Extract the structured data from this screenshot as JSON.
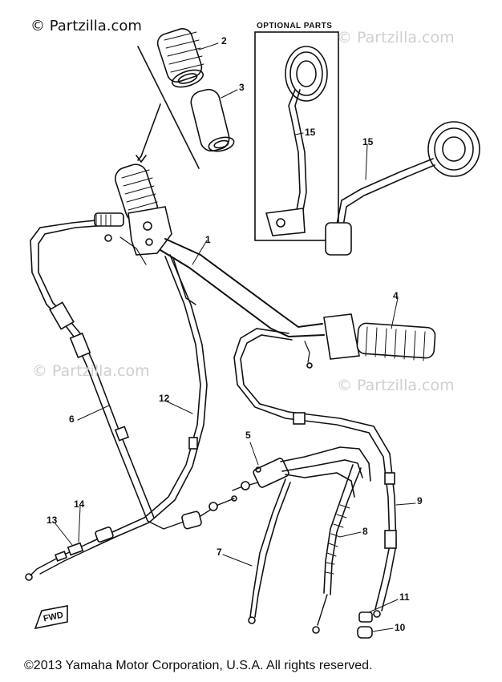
{
  "watermarks": {
    "top_left": "© Partzilla.com",
    "top_right": "© Partzilla.com",
    "mid_left": "© Partzilla.com",
    "mid_right": "© Partzilla.com"
  },
  "optional_parts_label": "OPTIONAL PARTS",
  "fwd_label": "FWD",
  "callouts": {
    "c1": "1",
    "c2": "2",
    "c3": "3",
    "c4": "4",
    "c5": "5",
    "c6": "6",
    "c7": "7",
    "c8": "8",
    "c9": "9",
    "c10": "10",
    "c11": "11",
    "c12": "12",
    "c13": "13",
    "c14": "14",
    "c15a": "15",
    "c15b": "15"
  },
  "copyright": "©2013 Yamaha Motor Corporation, U.S.A. All rights reserved."
}
